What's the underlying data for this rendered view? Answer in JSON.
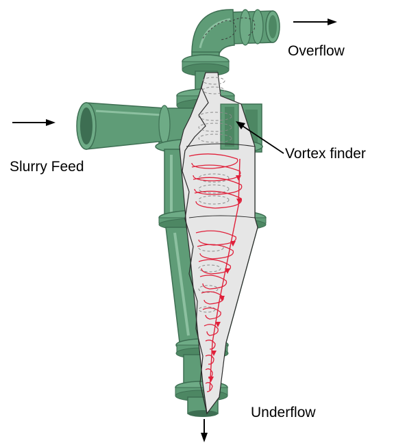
{
  "labels": {
    "overflow": "Overflow",
    "slurry_feed": "Slurry Feed",
    "vortex_finder": "Vortex finder",
    "underflow": "Underflow"
  },
  "colors": {
    "body_fill": "#5f9c77",
    "body_dark": "#3d6e52",
    "body_light": "#8cc0a0",
    "interior": "#e6e6e6",
    "flow_red": "#e0203a",
    "flow_grey": "#8a8a8a",
    "arrow": "#000000"
  }
}
